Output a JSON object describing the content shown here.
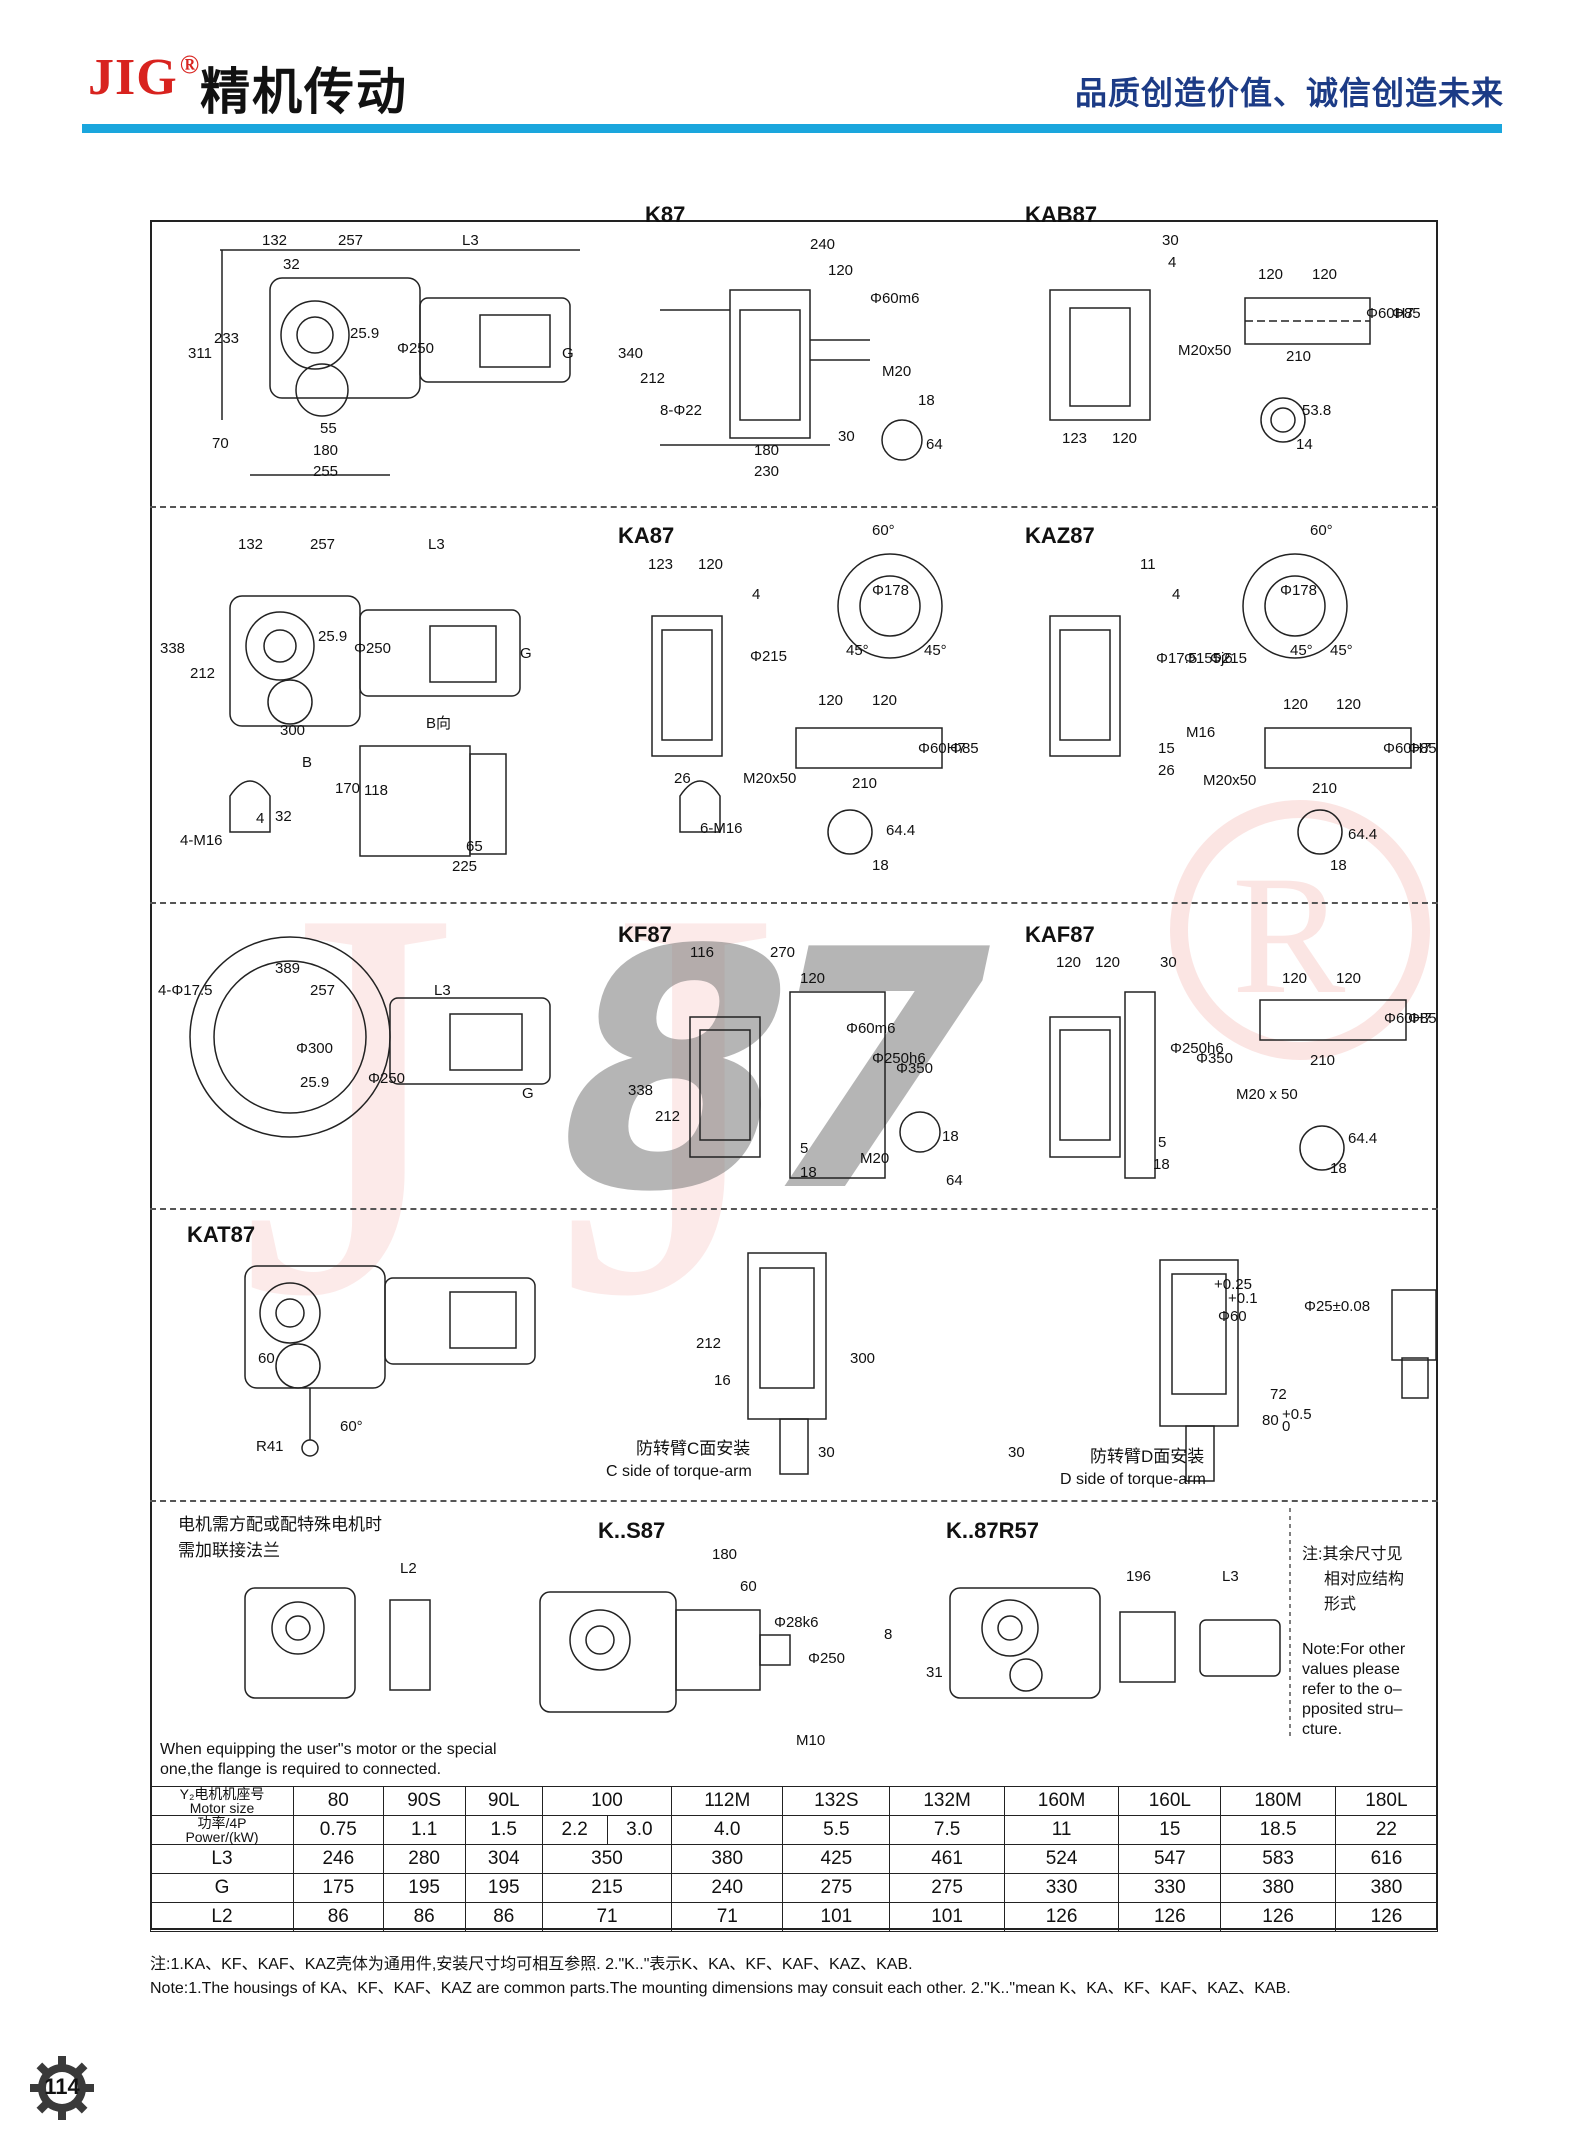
{
  "header": {
    "brand": "JIG",
    "registered": "®",
    "brand_cn": "精机传动",
    "slogan": "品质创造价值、诚信创造未来"
  },
  "watermark": {
    "big": "87",
    "letter": "J",
    "mark": "R"
  },
  "sections": {
    "k87": "K87",
    "kab87": "KAB87",
    "ka87": "KA87",
    "kaz87": "KAZ87",
    "kf87": "KF87",
    "kaf87": "KAF87",
    "kat87": "KAT87",
    "ks87": "K..S87",
    "k87r57": "K..87R57"
  },
  "dims": {
    "k87_left": [
      "132",
      "257",
      "L3",
      "32",
      "311",
      "233",
      "25.9",
      "Φ250",
      "G",
      "70",
      "55",
      "180",
      "255"
    ],
    "k87_right": [
      "240",
      "120",
      "Φ60m6",
      "340",
      "212",
      "8-Φ22",
      "M20",
      "180",
      "230",
      "30",
      "18",
      "64"
    ],
    "kab87": [
      "30",
      "4",
      "120",
      "120",
      "Φ60H7",
      "Φ85",
      "M20x50",
      "210",
      "53.8",
      "14",
      "123",
      "120"
    ],
    "ka87_left": [
      "132",
      "257",
      "L3",
      "338",
      "212",
      "25.9",
      "Φ250",
      "G",
      "300",
      "B向",
      "B",
      "170",
      "118",
      "65",
      "225",
      "4-M16",
      "4",
      "32"
    ],
    "ka87_right": [
      "123",
      "120",
      "60°",
      "Φ178",
      "4",
      "Φ215",
      "45°",
      "45°",
      "120",
      "120",
      "M20x50",
      "210",
      "Φ60H7",
      "Φ85",
      "26",
      "6-M16",
      "64.4",
      "18"
    ],
    "kaz87": [
      "11",
      "60°",
      "Φ178",
      "4",
      "Φ17.5",
      "Φ155j6",
      "Φ215",
      "M16",
      "15",
      "26",
      "45°",
      "45°",
      "120",
      "120",
      "M20x50",
      "210",
      "Φ60H7",
      "Φ85",
      "64.4",
      "18"
    ],
    "kf87_left": [
      "4-Φ17.5",
      "389",
      "257",
      "L3",
      "Φ300",
      "25.9",
      "Φ250",
      "G"
    ],
    "kf87_right": [
      "116",
      "270",
      "120",
      "Φ60m6",
      "Φ250h6",
      "Φ350",
      "338",
      "212",
      "5",
      "18",
      "M20",
      "18",
      "64"
    ],
    "kaf87": [
      "120",
      "120",
      "30",
      "Φ250h6",
      "Φ350",
      "5",
      "18",
      "120",
      "120",
      "Φ60H7",
      "Φ85",
      "210",
      "M20 x 50",
      "64.4",
      "18"
    ],
    "kat87": [
      "60",
      "R41",
      "60°",
      "212",
      "16",
      "300",
      "30",
      "30",
      "Φ60",
      "+0.25",
      "+0.1",
      "Φ25±0.08",
      "72",
      "80",
      "+0.5",
      "0"
    ],
    "ks87": [
      "L2",
      "180",
      "60",
      "Φ28k6",
      "Φ250",
      "M10",
      "8",
      "31"
    ],
    "k87r57": [
      "196",
      "L3"
    ]
  },
  "torque_arm": {
    "c_cn": "防转臂C面安装",
    "c_en": "C side of torque-arm",
    "d_cn": "防转臂D面安装",
    "d_en": "D side of torque-arm"
  },
  "flange_note": {
    "cn_line1": "电机需方配或配特殊电机时",
    "cn_line2": "需加联接法兰",
    "en_line1": "When equipping the user\"s motor or the special",
    "en_line2": "one,the flange is required to connected."
  },
  "side_note": {
    "cn": [
      "注:其余尺寸见",
      "相对应结构",
      "形式"
    ],
    "en": [
      "Note:For other",
      "values please",
      "refer to the o–",
      "pposited stru–",
      "cture."
    ]
  },
  "table": {
    "row_motor_label": [
      "Y₂电机机座号",
      "Motor size"
    ],
    "motor": [
      "80",
      "90S",
      "90L",
      "100",
      "112M",
      "132S",
      "132M",
      "160M",
      "160L",
      "180M",
      "180L"
    ],
    "row_power_label": [
      "功率/4P",
      "Power/(kW)"
    ],
    "power": [
      "0.75",
      "1.1",
      "1.5",
      "2.2",
      "3.0",
      "4.0",
      "5.5",
      "7.5",
      "11",
      "15",
      "18.5",
      "22"
    ],
    "rows": [
      {
        "label": "L3",
        "values": [
          "246",
          "280",
          "304",
          "350",
          "380",
          "425",
          "461",
          "524",
          "547",
          "583",
          "616"
        ]
      },
      {
        "label": "G",
        "values": [
          "175",
          "195",
          "195",
          "215",
          "240",
          "275",
          "275",
          "330",
          "330",
          "380",
          "380"
        ]
      },
      {
        "label": "L2",
        "values": [
          "86",
          "86",
          "86",
          "71",
          "71",
          "101",
          "101",
          "126",
          "126",
          "126",
          "126"
        ]
      }
    ]
  },
  "footnotes": {
    "cn": "注:1.KA、KF、KAF、KAZ壳体为通用件,安装尺寸均可相互参照.    2.\"K..\"表示K、KA、KF、KAF、KAZ、KAB.",
    "en": "Note:1.The housings of KA、KF、KAF、KAZ are common parts.The mounting dimensions may consuit each other. 2.\"K..\"mean K、KA、KF、KAF、KAZ、KAB."
  },
  "page_number": "114"
}
